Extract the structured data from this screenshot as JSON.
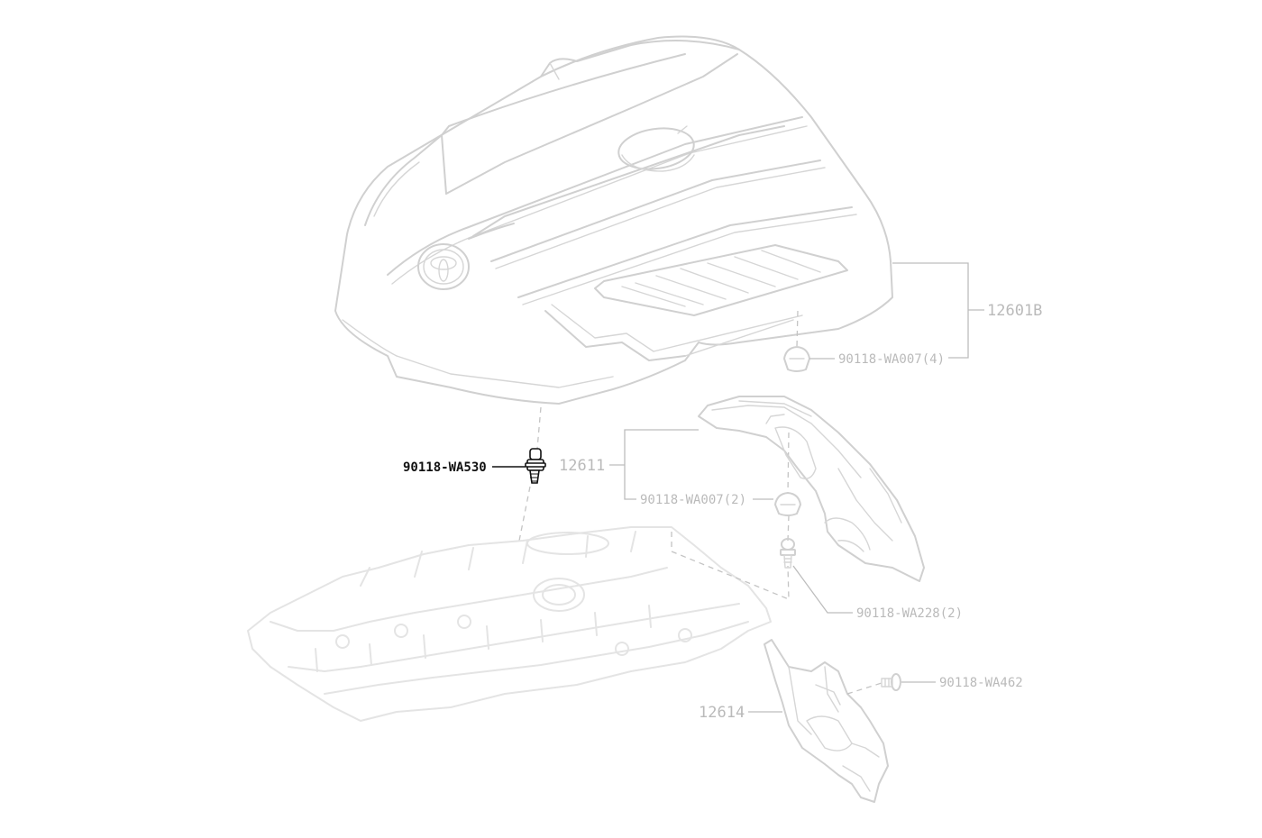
{
  "callouts": {
    "engine_cover": "12601B",
    "clip_cover": "90118-WA007(4)",
    "bracket": "12611",
    "clip_bracket": "90118-WA007(2)",
    "stud_highlighted": "90118-WA530",
    "bolt_bracket": "90118-WA228(2)",
    "heat_shield": "12614",
    "bolt_shield": "90118-WA462"
  },
  "colors": {
    "linework": "#d0d0d0",
    "callout_text": "#bababa",
    "highlight": "#111111"
  }
}
